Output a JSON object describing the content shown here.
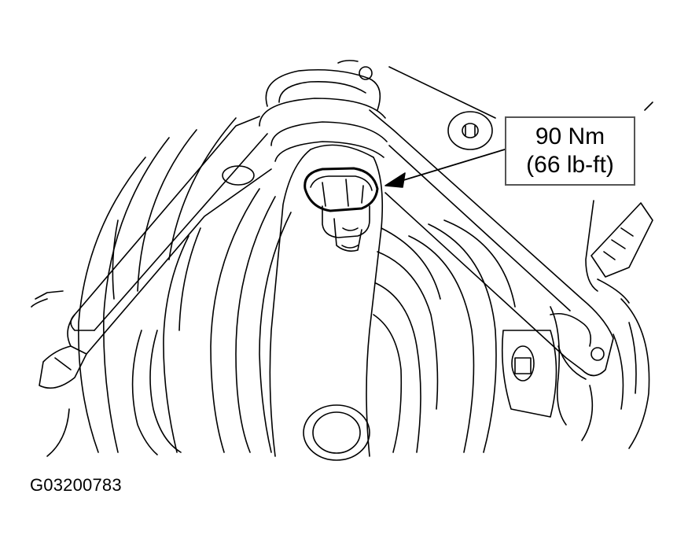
{
  "callout": {
    "torque_metric": "90 Nm",
    "torque_imperial": "(66 lb-ft)"
  },
  "figure": {
    "id": "G03200783"
  },
  "colors": {
    "line": "#000000",
    "callout_border": "#555555",
    "background": "#ffffff"
  }
}
